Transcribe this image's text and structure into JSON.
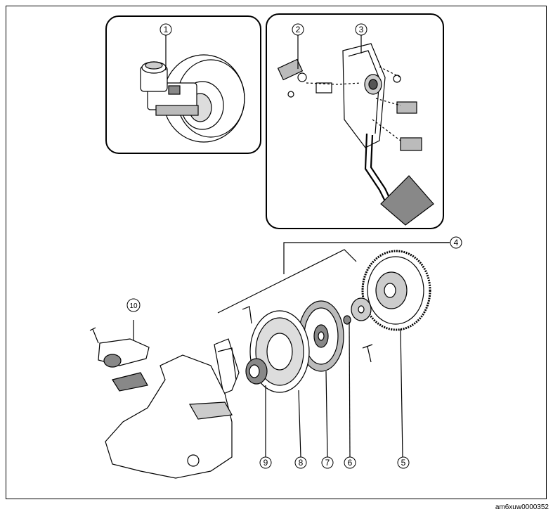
{
  "callouts": [
    "1",
    "2",
    "3",
    "4",
    "5",
    "6",
    "7",
    "8",
    "9",
    "10"
  ],
  "image_code": "am6xuw0000352",
  "colors": {
    "line": "#000000",
    "paper": "#ffffff",
    "shade": "#d8d8d8",
    "dark": "#555555"
  }
}
